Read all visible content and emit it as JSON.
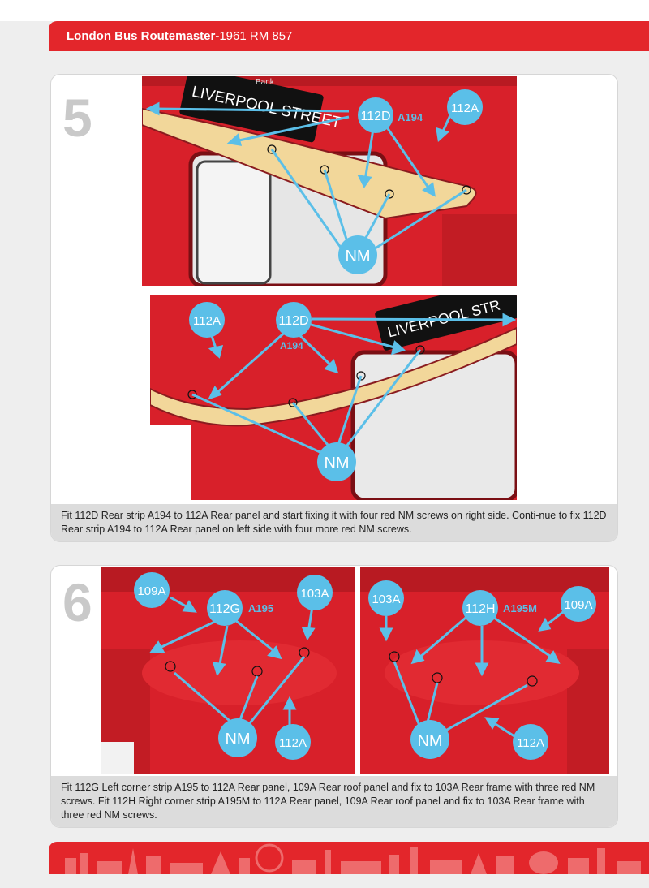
{
  "header": {
    "title_bold": "London Bus Routemaster-",
    "title_rest": "1961 RM 857"
  },
  "colors": {
    "brand_red": "#e3262b",
    "callout_blue": "#5bbfe8",
    "bus_red": "#d8202a",
    "strip_cream": "#f2d79a"
  },
  "step5": {
    "number": "5",
    "top_image": {
      "destination": "LIVERPOOL STREET",
      "small_sign": "Bank",
      "callouts": {
        "part_main": "112D",
        "part_sub": "A194",
        "part_panel": "112A",
        "screws": "NM"
      }
    },
    "bottom_image": {
      "destination": "LIVERPOOL STR",
      "callouts": {
        "part_main": "112D",
        "part_sub": "A194",
        "part_panel": "112A",
        "screws": "NM"
      }
    },
    "caption": "Fit 112D Rear strip A194 to 112A Rear panel and start fixing it with four red NM screws on right side. Conti-nue to fix 112D Rear strip A194 to 112A Rear panel on left side with four more red NM screws."
  },
  "step6": {
    "number": "6",
    "left_image": {
      "callouts": {
        "roof": "109A",
        "strip": "112G",
        "strip_sub": "A195",
        "frame": "103A",
        "screws": "NM",
        "panel": "112A"
      }
    },
    "right_image": {
      "callouts": {
        "frame": "103A",
        "strip": "112H",
        "strip_sub": "A195M",
        "roof": "109A",
        "screws": "NM",
        "panel": "112A"
      }
    },
    "caption": "Fit 112G Left corner strip A195 to 112A Rear panel, 109A Rear roof panel and fix to 103A Rear frame with three red NM screws. Fit 112H Right corner strip A195M to 112A Rear panel, 109A Rear roof panel and fix to 103A Rear frame with three red NM screws."
  }
}
